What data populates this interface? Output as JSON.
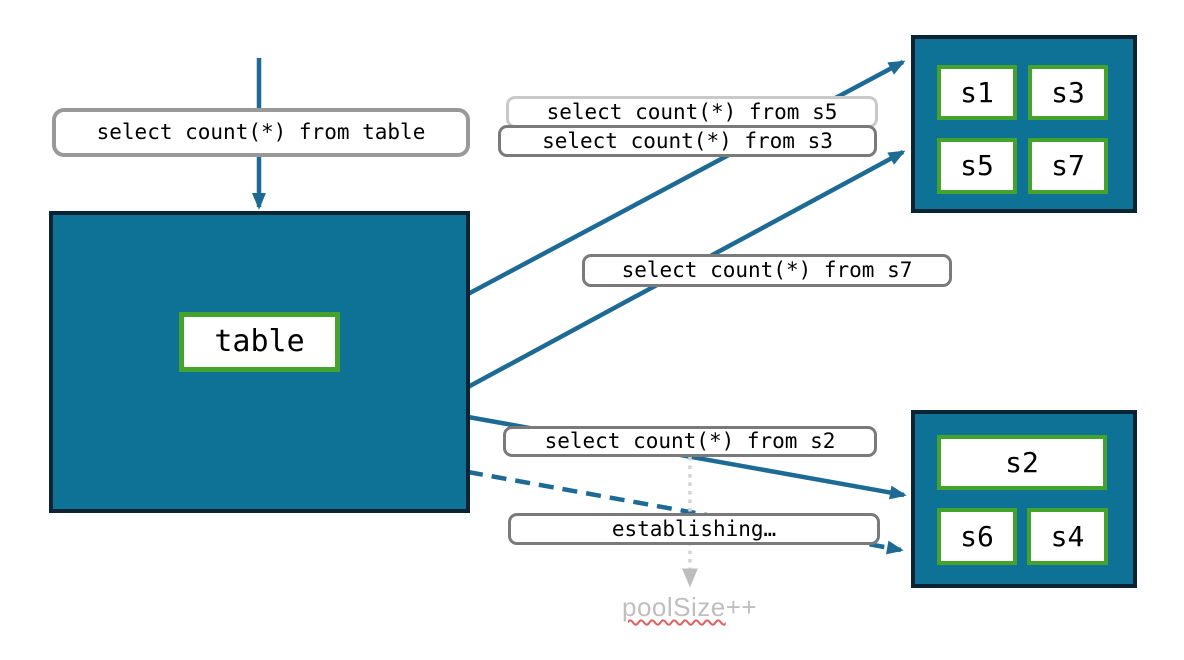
{
  "queries": {
    "table": "select count(*) from table",
    "s5": "select count(*) from s5",
    "s3": "select count(*) from s3",
    "s7": "select count(*) from s7",
    "s2": "select count(*) from s2"
  },
  "status": {
    "establishing": "establishing…"
  },
  "annotation": {
    "pool_size_word": "poolSize",
    "increment": "++"
  },
  "source_node": {
    "label": "table"
  },
  "pool_top": {
    "shards": [
      "s1",
      "s3",
      "s5",
      "s7"
    ]
  },
  "pool_bottom": {
    "shards": [
      "s2",
      "s6",
      "s4"
    ]
  },
  "colors": {
    "node_fill": "#0e7296",
    "node_border": "#0b2433",
    "shard_border": "#43a32c",
    "arrow": "#1d6b94",
    "label_border": "#7a7a7a",
    "label_border_light": "#c9c9c9",
    "label_border_main": "#999999",
    "muted_text": "#bfbfbf",
    "spellcheck_squiggle": "#e06060",
    "connector_dotted": "#d4d4d4",
    "connector_arrowhead": "#bdbdbd"
  }
}
